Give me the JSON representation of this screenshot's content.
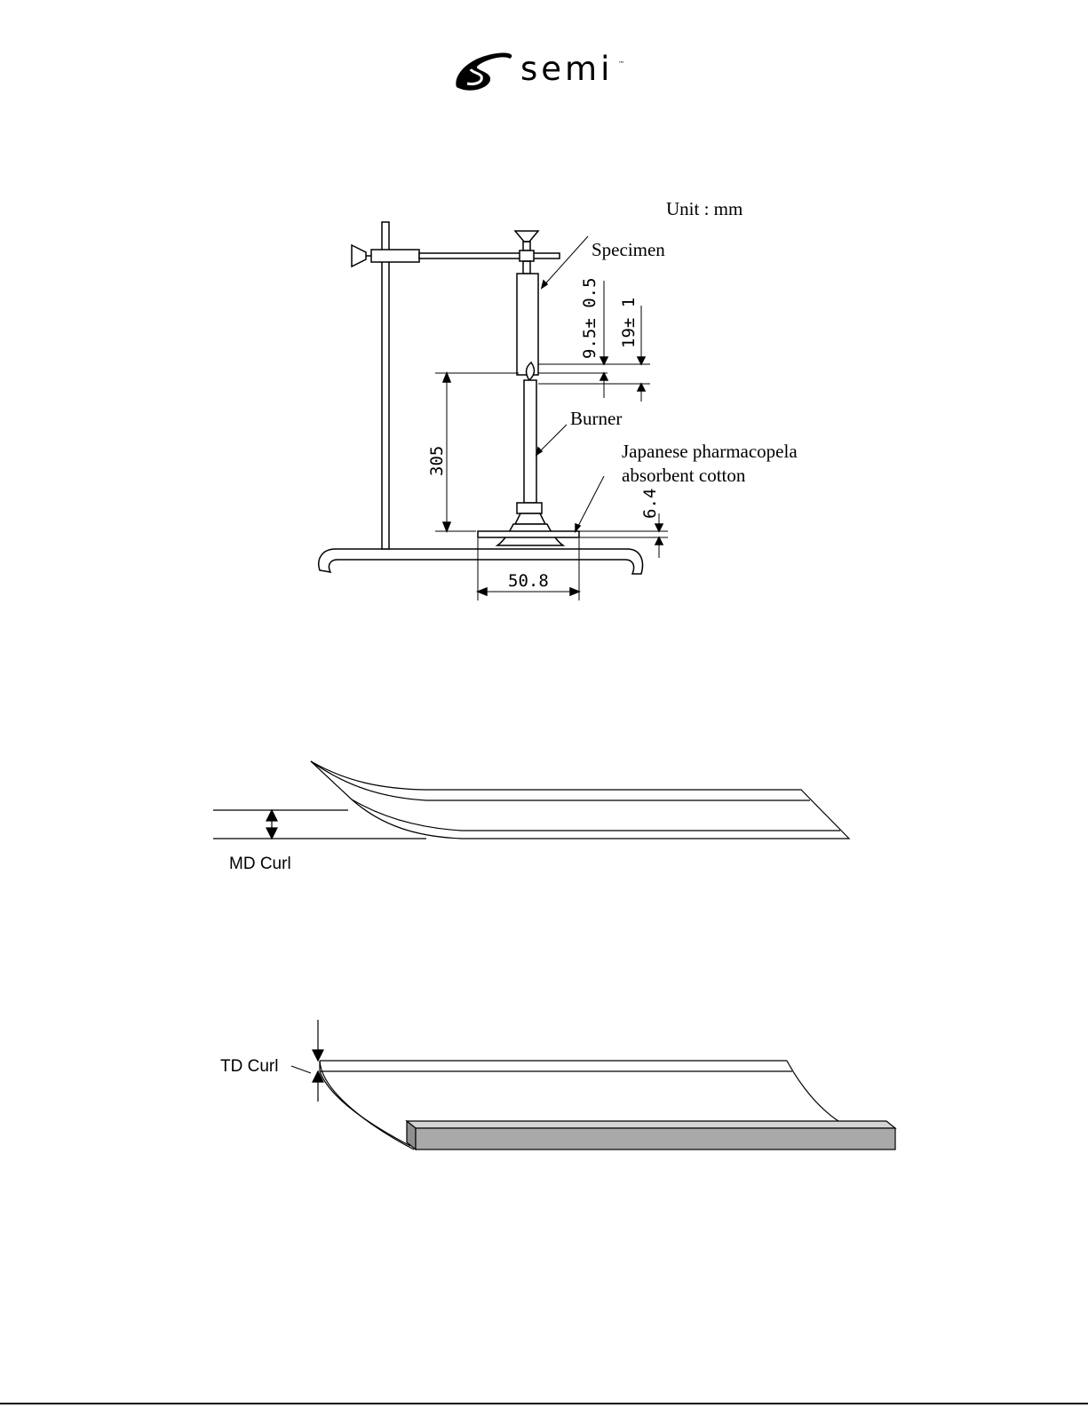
{
  "logo": {
    "wordmark": "semi",
    "trademark": "™"
  },
  "figure_burner": {
    "unit_label": "Unit : mm",
    "specimen_label": "Specimen",
    "burner_label": "Burner",
    "cotton_label_line1": "Japanese pharmacopela",
    "cotton_label_line2": "absorbent cotton",
    "dim_flame_gap": "9.5± 0.5",
    "dim_flame_height": "19± 1",
    "dim_height": "305",
    "dim_cotton_thickness": "6.4",
    "dim_cotton_width": "50.8"
  },
  "figure_md_curl": {
    "label": "MD Curl"
  },
  "figure_td_curl": {
    "label": "TD Curl"
  },
  "colors": {
    "ink": "#000000",
    "bar_fill": "#a9a9a9",
    "bar_top": "#d4d4d4"
  }
}
